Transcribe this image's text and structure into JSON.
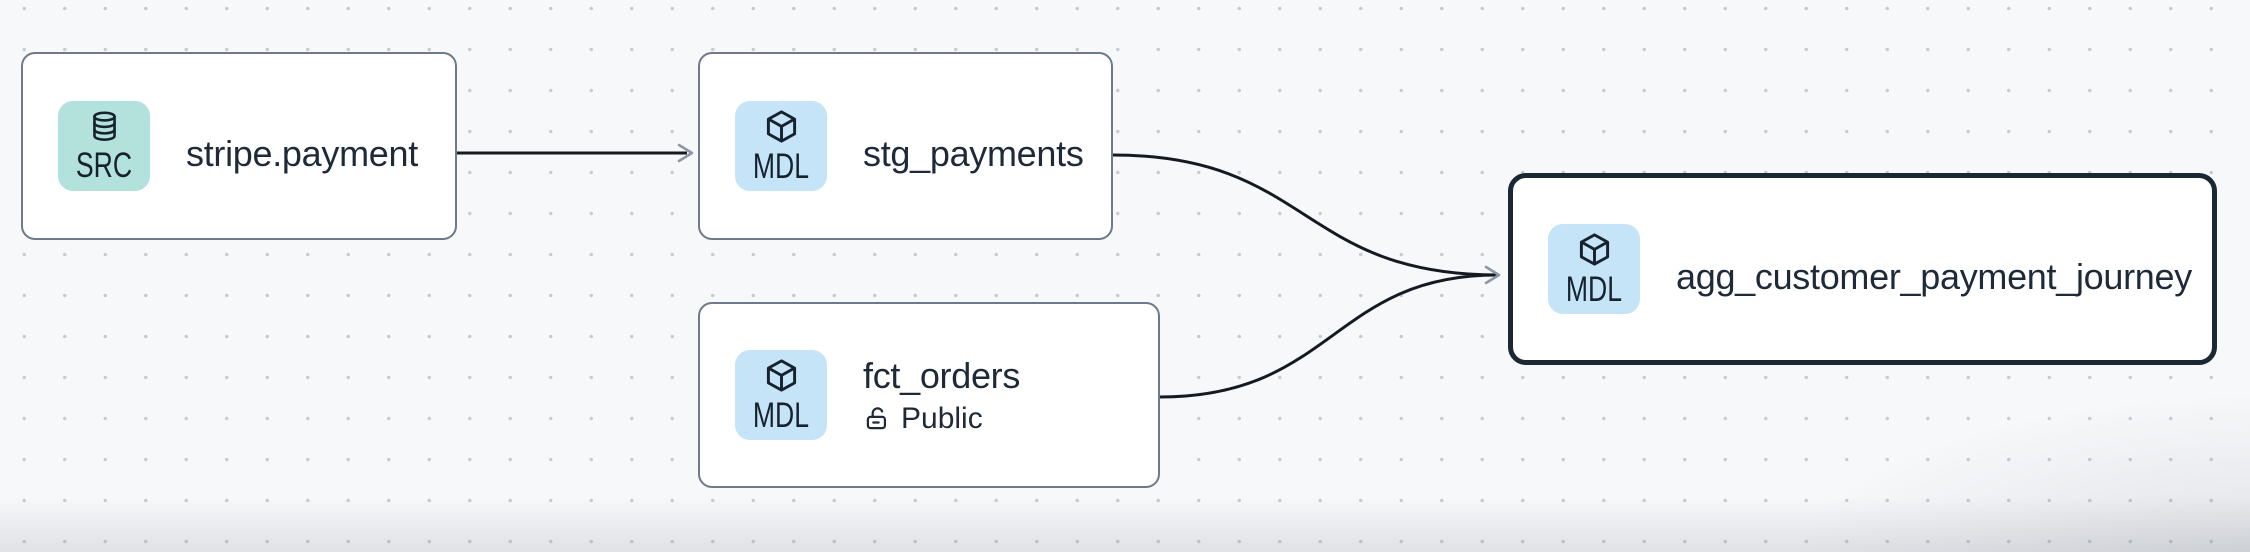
{
  "canvas": {
    "background": "#f7f8fa",
    "dot_color": "#c7cbd3"
  },
  "colors": {
    "node_background": "#ffffff",
    "node_border": "#6e7989",
    "selected_node_border": "#1c2734",
    "edge": "#151a22",
    "arrowhead": "#8f96a4",
    "source_badge_bg": "#b3e1dc",
    "model_badge_bg": "#c6e4f8",
    "badge_text": "#16222e",
    "title_text": "#1e2a38"
  },
  "nodes": [
    {
      "title": "stripe.payment",
      "badge": "SRC",
      "type": "source",
      "icon": "database-icon",
      "selected": false
    },
    {
      "title": "stg_payments",
      "badge": "MDL",
      "type": "model",
      "icon": "cube-icon",
      "selected": false
    },
    {
      "title": "fct_orders",
      "badge": "MDL",
      "type": "model",
      "icon": "cube-icon",
      "access": "Public",
      "access_icon": "unlock-icon",
      "selected": false
    },
    {
      "title": "agg_customer_payment_journey",
      "badge": "MDL",
      "type": "model",
      "icon": "cube-icon",
      "selected": true
    }
  ],
  "edges": [
    {
      "from": "stripe.payment",
      "to": "stg_payments"
    },
    {
      "from": "stg_payments",
      "to": "agg_customer_payment_journey"
    },
    {
      "from": "fct_orders",
      "to": "agg_customer_payment_journey"
    }
  ]
}
